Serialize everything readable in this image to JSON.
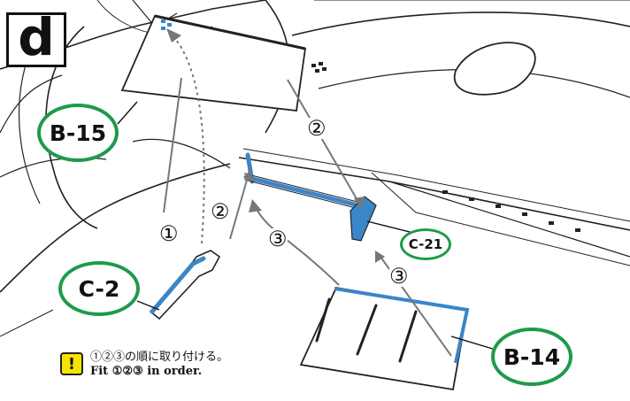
{
  "step": {
    "label": "d"
  },
  "parts": {
    "b15": "B-15",
    "b14": "B-14",
    "c2": "C-2",
    "c21": "C-21"
  },
  "order_marks": {
    "one": "①",
    "two": "②",
    "three": "③"
  },
  "note": {
    "icon": "!",
    "text_ja": "①②③の順に取り付ける。",
    "text_en": "Fit ①②③ in order."
  },
  "colors": {
    "highlight_part": "#3a86c8",
    "callout_ring": "#1e9a4a",
    "warning_icon": "#f6e300"
  }
}
